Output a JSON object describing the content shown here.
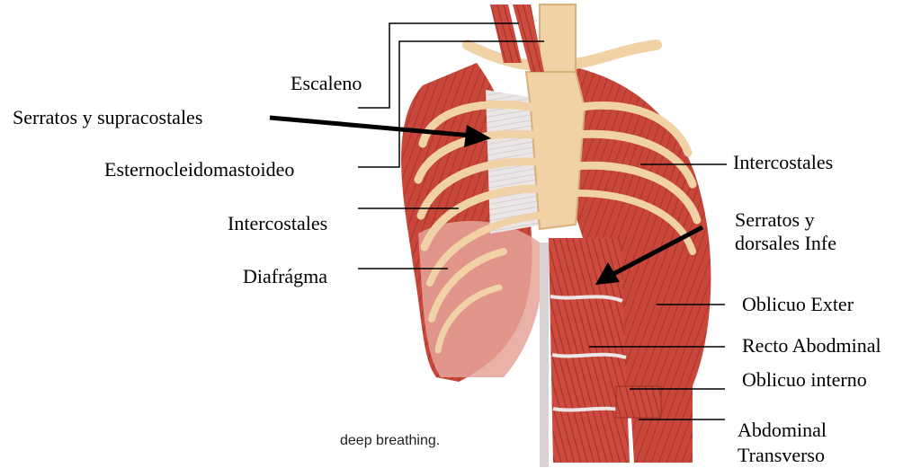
{
  "labels": {
    "escaleno": "Escaleno",
    "serratos_supracostales": "Serratos y supracostales",
    "esternocleidomastoideo": "Esternocleidomastoideo",
    "intercostales_left": "Intercostales",
    "diafragma": "Diafrágma",
    "intercostales_right": "Intercostales",
    "serratos_dorsales_1": "Serratos y",
    "serratos_dorsales_2": "dorsales Infe",
    "oblicuo_exter": "Oblicuo Exter",
    "recto_abdominal": "Recto Abodminal",
    "oblicuo_interno": "Oblicuo interno",
    "abdominal_1": "Abdominal",
    "abdominal_2": "Transverso"
  },
  "caption": "deep breathing.",
  "colors": {
    "muscle": "#c8463a",
    "muscle_dark": "#9e2f27",
    "bone": "#f0d2a6",
    "bone_dark": "#d9b07a",
    "tendon": "#e9e4e4",
    "line": "#000000"
  }
}
